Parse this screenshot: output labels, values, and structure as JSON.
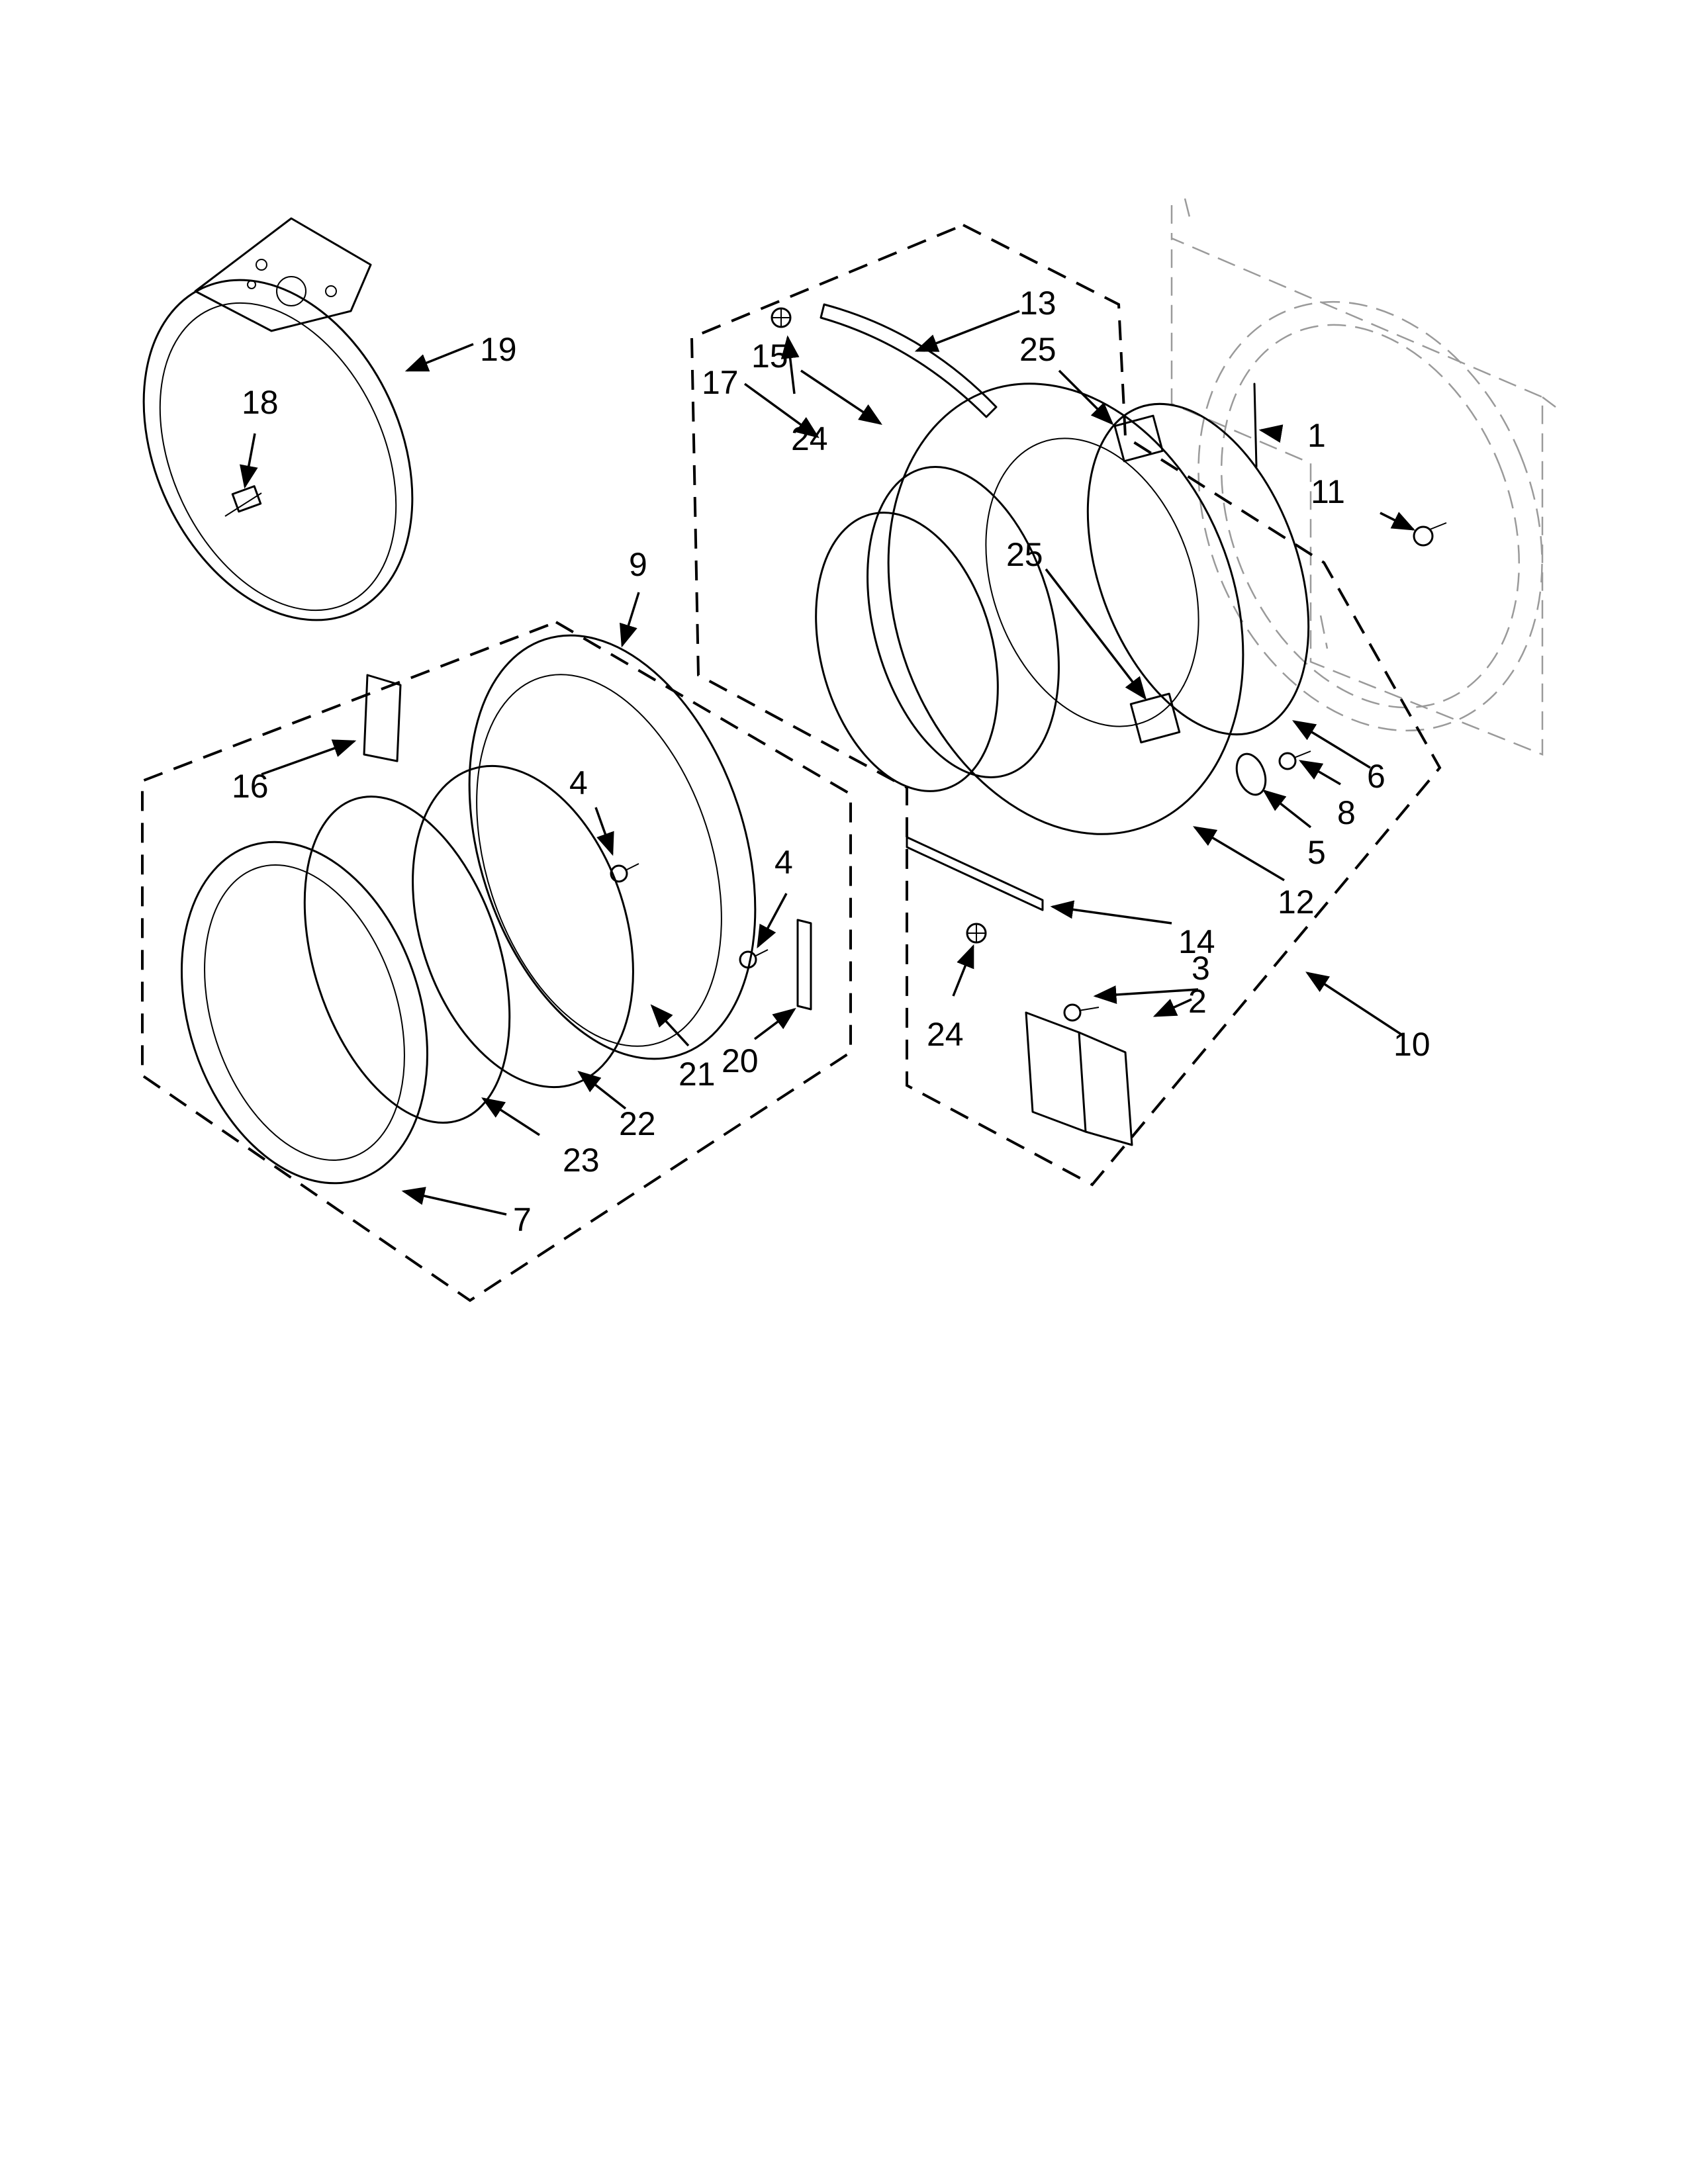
{
  "diagram": {
    "callouts": [
      {
        "id": "c1",
        "label": "1"
      },
      {
        "id": "c2",
        "label": "2"
      },
      {
        "id": "c3",
        "label": "3"
      },
      {
        "id": "c4a",
        "label": "4"
      },
      {
        "id": "c4b",
        "label": "4"
      },
      {
        "id": "c5",
        "label": "5"
      },
      {
        "id": "c6",
        "label": "6"
      },
      {
        "id": "c7",
        "label": "7"
      },
      {
        "id": "c8",
        "label": "8"
      },
      {
        "id": "c9",
        "label": "9"
      },
      {
        "id": "c10",
        "label": "10"
      },
      {
        "id": "c11",
        "label": "11"
      },
      {
        "id": "c12",
        "label": "12"
      },
      {
        "id": "c13",
        "label": "13"
      },
      {
        "id": "c14",
        "label": "14"
      },
      {
        "id": "c15",
        "label": "15"
      },
      {
        "id": "c16",
        "label": "16"
      },
      {
        "id": "c17",
        "label": "17"
      },
      {
        "id": "c18",
        "label": "18"
      },
      {
        "id": "c19",
        "label": "19"
      },
      {
        "id": "c20",
        "label": "20"
      },
      {
        "id": "c21",
        "label": "21"
      },
      {
        "id": "c22",
        "label": "22"
      },
      {
        "id": "c23",
        "label": "23"
      },
      {
        "id": "c24a",
        "label": "24"
      },
      {
        "id": "c24b",
        "label": "24"
      },
      {
        "id": "c25a",
        "label": "25"
      },
      {
        "id": "c25b",
        "label": "25"
      }
    ]
  }
}
